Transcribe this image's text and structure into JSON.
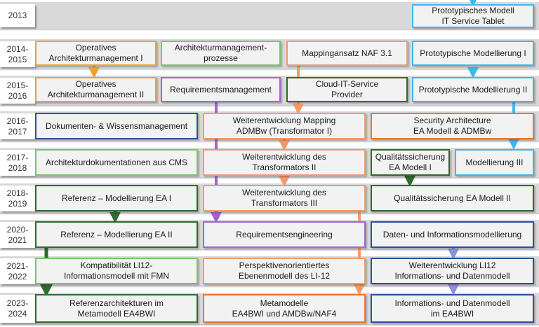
{
  "years": [
    "2013",
    "2014-\n2015",
    "2015-\n2016",
    "2016-\n2017",
    "2017-\n2018",
    "2018-\n2019",
    "2020-\n2021",
    "2021-\n2022",
    "2023-\n2024"
  ],
  "boxes": {
    "prototyp_modell": "Prototypisches Modell\nIT Service Tablet",
    "op_arch_1": "Operatives\nArchitekturmanagement I",
    "arch_prozesse": "Architekturmanagement-\nprozesse",
    "mapping_naf": "Mappingansatz NAF 3.1",
    "proto_mod_1": "Prototypische Modellierung I",
    "op_arch_2": "Operatives\nArchitekturmanagement II",
    "req_mgmt": "Requirementsmanagement",
    "cloud_it": "Cloud-IT-Service\nProvider",
    "proto_mod_2": "Prototypische Modellierung II",
    "dok_wissen": "Dokumenten- & Wissensmanagement",
    "weiter_mapping": "Weiterentwicklung Mapping\nADMBw (Transformator I)",
    "security_arch": "Security Architecture\nEA Modell & ADMBw",
    "arch_doku_cms": "Architekturdokumentationen aus CMS",
    "weiter_trans_2": "Weiterentwicklung des\nTransformators II",
    "qs_ea_1": "Qualitätssicherung\nEA Modell I",
    "modellierung_3": "Modellierung III",
    "ref_mod_1": "Referenz – Modellierung EA I",
    "weiter_trans_3": "Weiterentwicklung des\nTransformators III",
    "qs_ea_2": "Qualitätssicherung EA Modell II",
    "ref_mod_2": "Referenz – Modellierung EA II",
    "req_eng": "Requirementsengineering",
    "daten_info_mod": "Daten- und Informationsmodellierung",
    "kompat_li12": "Kompatibilität LI12-\nInformationsmodell mit FMN",
    "perspektiv": "Perspektivenorientiertes\nEbenenmodell des LI-12",
    "weiter_li12": "Weiterentwicklung LI12\nInformations- und Datenmodell",
    "ref_arch_meta": "Referenzarchitekturen im\nMetamodell EA4BWI",
    "metamodelle": "Metamodelle\nEA4BWI und AMDBw/NAF4",
    "info_daten_ea4bwi": "Informations- und Datenmodell\nim EA4BWI"
  },
  "colors": {
    "band": "#d9d9d9",
    "orange": "#f0a030",
    "light_green": "#7cc36a",
    "salmon": "#f39a6c",
    "sky_blue": "#40b7ea",
    "purple": "#a066d0",
    "dark_green": "#2e6b2e",
    "navy": "#2e4f9e",
    "lavender": "#8a94d8",
    "dark_orange": "#e87830"
  }
}
